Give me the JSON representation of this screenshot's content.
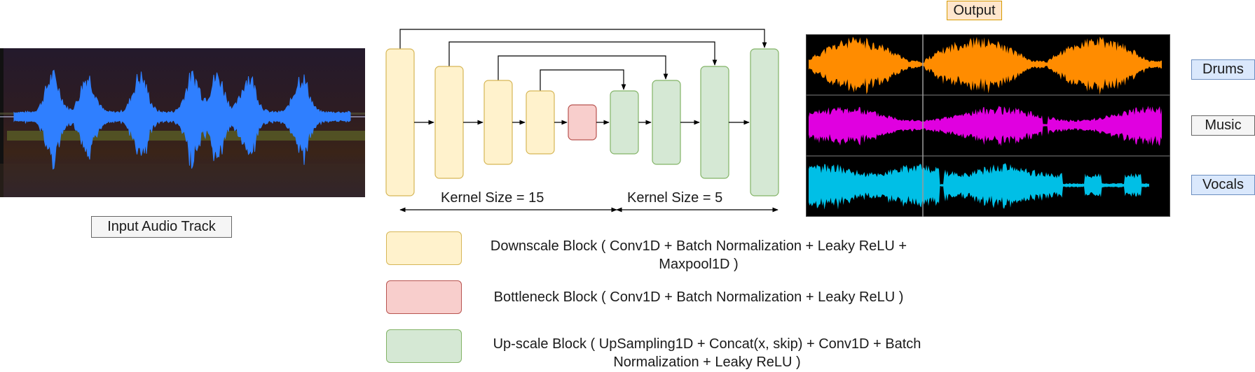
{
  "input_label": "Input Audio Track",
  "output_label": "Output",
  "stems": [
    "Drums",
    "Music",
    "Vocals"
  ],
  "kernel_left": "Kernel Size = 15",
  "kernel_right": "Kernel Size = 5",
  "legend": {
    "downscale": "Downscale Block ( Conv1D + Batch Normalization + Leaky ReLU + Maxpool1D )",
    "bottleneck": "Bottleneck Block ( Conv1D + Batch Normalization + Leaky ReLU )",
    "upscale": "Up-scale Block ( UpSampling1D + Concat(x, skip) + Conv1D + Batch Normalization + Leaky ReLU )"
  },
  "colors": {
    "downscale_fill": "#fff2cc",
    "downscale_stroke": "#d6b656",
    "bottleneck_fill": "#f8cecc",
    "bottleneck_stroke": "#b85450",
    "upscale_fill": "#d5e8d4",
    "upscale_stroke": "#82b366",
    "drums_wave": "#ff8c00",
    "music_wave": "#e000e0",
    "vocals_wave": "#00bfe6",
    "input_wave": "#2f7fff"
  }
}
